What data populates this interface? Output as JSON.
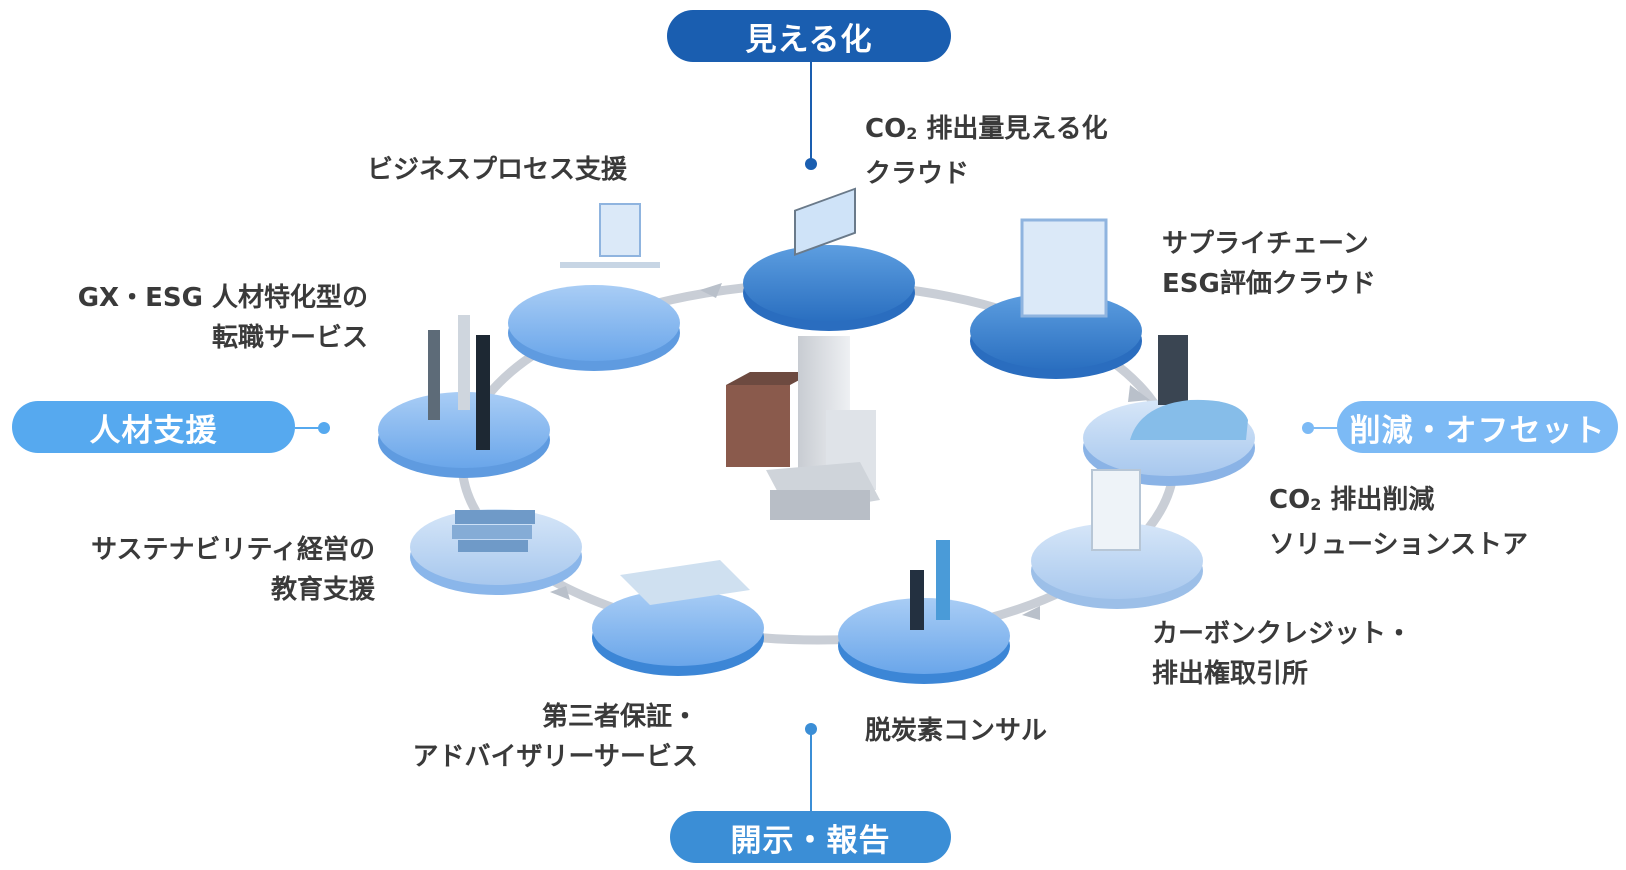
{
  "categories": {
    "visualization": {
      "label": "見える化",
      "color": "#1a5eb0"
    },
    "disclosure": {
      "label": "開示・報告",
      "color": "#3b8ed6"
    },
    "talent": {
      "label": "人材支援",
      "color": "#56a9ef"
    },
    "reduction": {
      "label": "削減・オフセット",
      "color": "#7cbaf5"
    }
  },
  "services": {
    "co2_cloud": {
      "line1_prefix": "CO",
      "line1_sub": "2",
      "line1_rest": " 排出量見える化",
      "line2": "クラウド"
    },
    "business_process": {
      "line1": "ビジネスプロセス支援"
    },
    "supply_chain": {
      "line1": "サプライチェーン",
      "line2": "ESG評価クラウド"
    },
    "gx_esg_career": {
      "line1": "GX・ESG 人材特化型の",
      "line2": "転職サービス"
    },
    "co2_reduction_store": {
      "line1_prefix": "CO",
      "line1_sub": "2",
      "line1_rest": " 排出削減",
      "line2": "ソリューションストア"
    },
    "sustainability_education": {
      "line1": "サステナビリティ経営の",
      "line2": "教育支援"
    },
    "carbon_credit": {
      "line1": "カーボンクレジット・",
      "line2": "排出権取引所"
    },
    "third_party_assurance": {
      "line1": "第三者保証・",
      "line2": "アドバイザリーサービス"
    },
    "decarbonization_consulting": {
      "line1": "脱炭素コンサル"
    }
  }
}
